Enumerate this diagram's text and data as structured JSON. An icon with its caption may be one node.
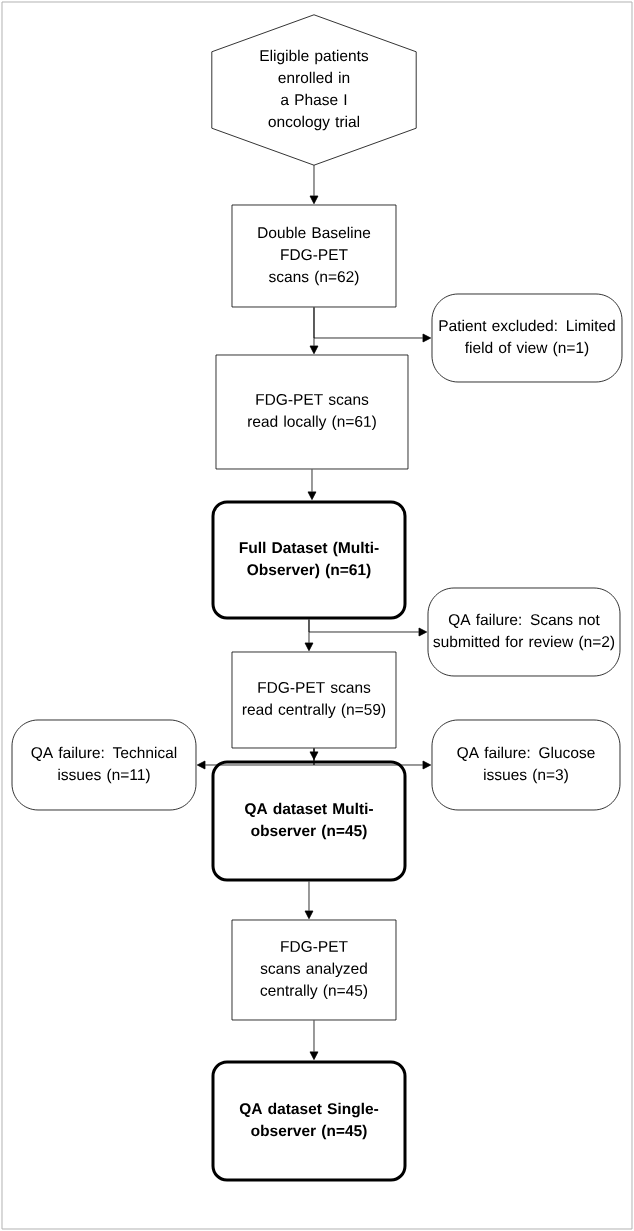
{
  "diagram": {
    "nodes": [
      {
        "text": [
          "Eligible patients enrolled in a Phase I oncology trial"
        ]
      },
      {
        "text": [
          "Double Baseline FDG-PET scans (n=62)"
        ]
      },
      {
        "text": [
          "Patient excluded: Limited field of view (n=1)"
        ]
      },
      {
        "text": [
          "FDG-PET scans read locally (n=61)"
        ]
      },
      {
        "text": [
          "Full Dataset (Multi-Observer) (n=61)"
        ]
      },
      {
        "text": [
          "QA failure: Scans not submitted for review (n=2)"
        ]
      },
      {
        "text": [
          "FDG-PET scans read centrally (n=59)"
        ]
      },
      {
        "text": [
          "QA failure: Technical issues (n=11)"
        ]
      },
      {
        "text": [
          "QA failure: Glucose issues (n=3)"
        ]
      },
      {
        "text": [
          "QA dataset Multi-observer (n=45)"
        ]
      },
      {
        "text": [
          "FDG-PET scans analyzed centrally (n=45)"
        ]
      },
      {
        "text": [
          "QA dataset Single-observer (n=45)"
        ]
      }
    ],
    "edges": [
      {
        "from": 0,
        "to": 1,
        "arrow": "to"
      },
      {
        "from": 1,
        "to": 3,
        "arrow": "to"
      },
      {
        "from": 1,
        "to": 2,
        "arrow": "to"
      },
      {
        "from": 3,
        "to": 4,
        "arrow": "to"
      },
      {
        "from": 4,
        "to": 6,
        "arrow": "to"
      },
      {
        "from": 4,
        "to": 5,
        "arrow": "to"
      },
      {
        "from": 6,
        "to": 9,
        "arrow": "to"
      },
      {
        "from": 6,
        "to": 7,
        "arrow": "to"
      },
      {
        "from": 6,
        "to": 8,
        "arrow": "to"
      },
      {
        "from": 9,
        "to": 10,
        "arrow": "to"
      },
      {
        "from": 10,
        "to": 11,
        "arrow": "to"
      }
    ]
  }
}
